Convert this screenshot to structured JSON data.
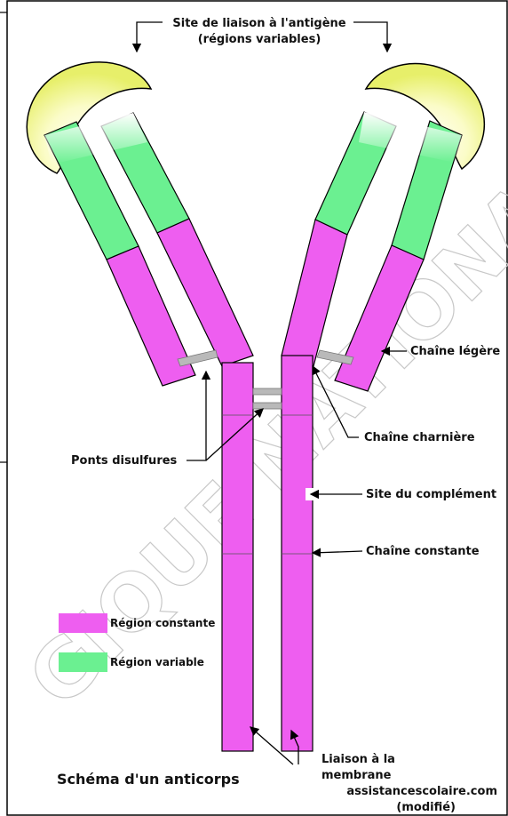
{
  "labels": {
    "antigen_site_line1": "Site de liaison à l'antigène",
    "antigen_site_line2": "(régions variables)",
    "light_chain": "Chaîne légère",
    "hinge_chain": "Chaîne charnière",
    "disulfide_bridges": "Ponts disulfures",
    "complement_site": "Site du complément",
    "constant_chain": "Chaîne constante",
    "membrane_line1": "Liaison à la",
    "membrane_line2": "membrane",
    "source_line1": "assistancescolaire.com",
    "source_line2": "(modifié)"
  },
  "legend": {
    "constant_region": "Région constante",
    "variable_region": "Région variable"
  },
  "caption": "Schéma d'un anticorps",
  "watermark": "GIQUE NATIONAL",
  "colors": {
    "constant": "#ee5ef0",
    "variable": "#6bf091",
    "antigen_site": "#f4f6a0",
    "bridge": "#b9b9b9",
    "outline": "#000000"
  }
}
